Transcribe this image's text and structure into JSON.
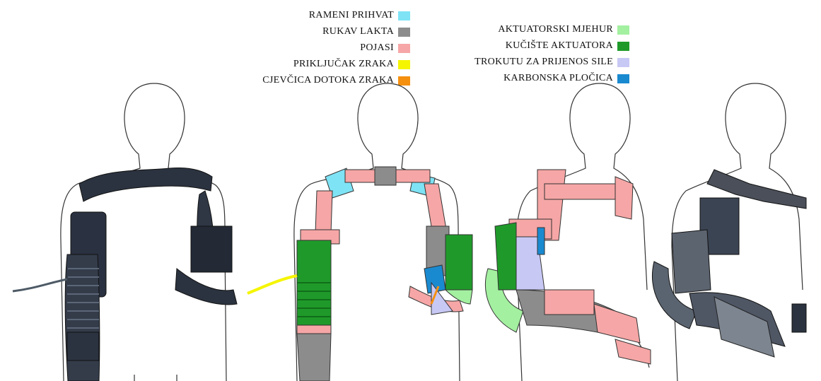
{
  "legend_left": [
    {
      "label": "RAMENI PRIHVAT",
      "color": "#7ee3f5"
    },
    {
      "label": "RUKAV LAKTA",
      "color": "#8c8c8c"
    },
    {
      "label": "POJASI",
      "color": "#f6a6a6"
    },
    {
      "label": "PRIKLJUČAK ZRAKA",
      "color": "#f5f500"
    },
    {
      "label": "CJEVČICA DOTOKA ZRAKA",
      "color": "#f5900f"
    }
  ],
  "legend_right": [
    {
      "label": "AKTUATORSKI MJEHUR",
      "color": "#a3f0a0"
    },
    {
      "label": "KUČIŠTE AKTUATORA",
      "color": "#1f9a2a"
    },
    {
      "label": "TROKUTU ZA PRIJENOS SILE",
      "color": "#c8c8f5"
    },
    {
      "label": "KARBONSKA PLOČICA",
      "color": "#1a8ad0"
    }
  ],
  "colors": {
    "dark_render": "#2b3340",
    "outline": "#333333"
  }
}
